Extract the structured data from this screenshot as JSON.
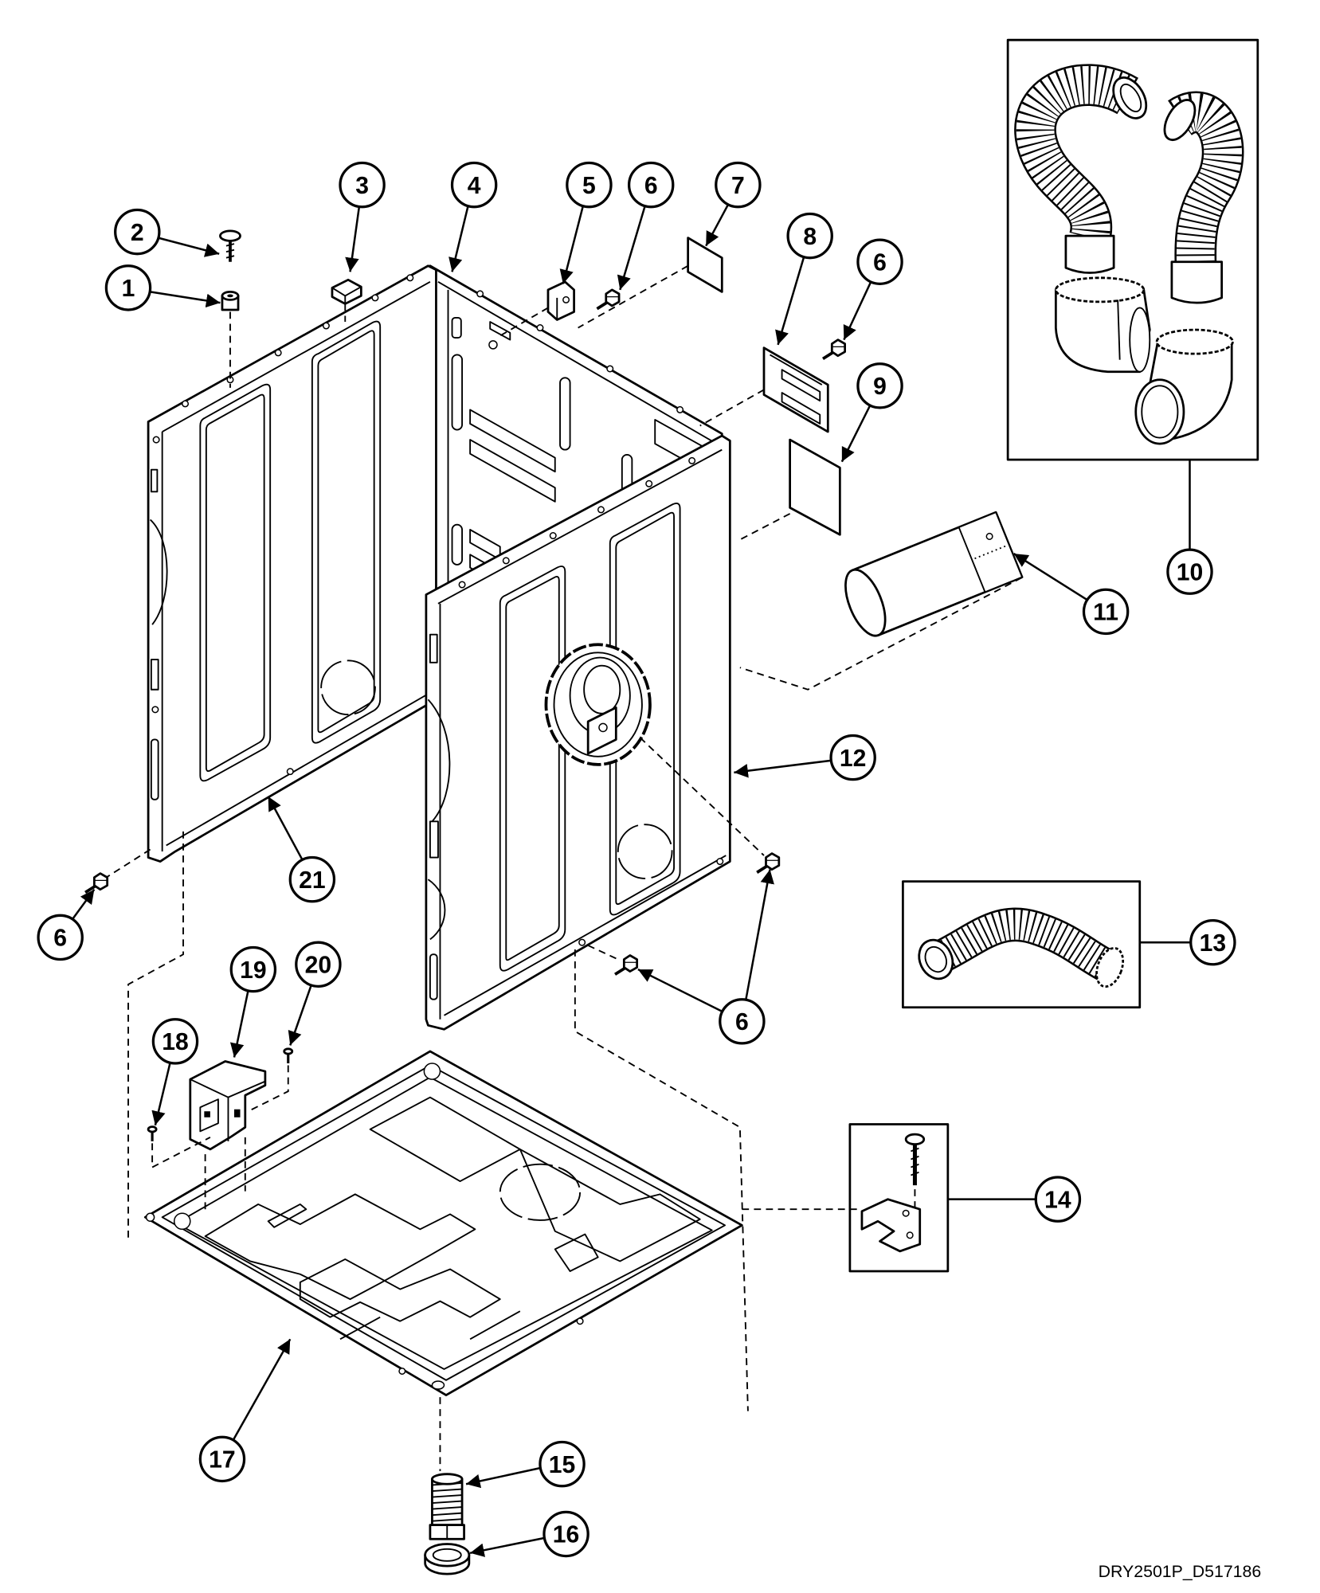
{
  "callouts": [
    "1",
    "2",
    "3",
    "4",
    "5",
    "6",
    "7",
    "8",
    "6",
    "9",
    "10",
    "11",
    "12",
    "6",
    "21",
    "13",
    "6",
    "20",
    "19",
    "18",
    "14",
    "15",
    "16",
    "17"
  ],
  "diagram_code": "DRY2501P_D517186"
}
